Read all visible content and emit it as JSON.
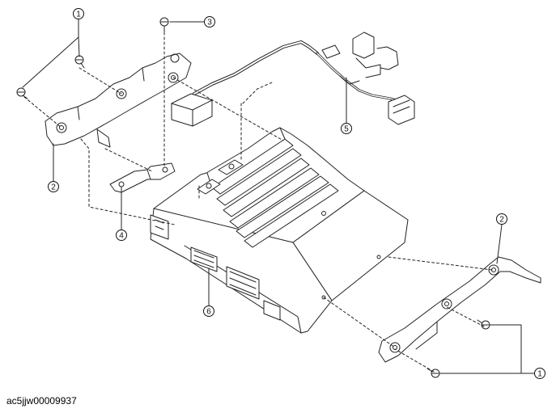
{
  "callouts": [
    {
      "id": "c1a",
      "label": "1"
    },
    {
      "id": "c2a",
      "label": "2"
    },
    {
      "id": "c3",
      "label": "3"
    },
    {
      "id": "c4",
      "label": "4"
    },
    {
      "id": "c5",
      "label": "5"
    },
    {
      "id": "c6",
      "label": "6"
    },
    {
      "id": "c2b",
      "label": "2"
    },
    {
      "id": "c1b",
      "label": "1"
    }
  ],
  "caption": "ac5jjw00009937"
}
